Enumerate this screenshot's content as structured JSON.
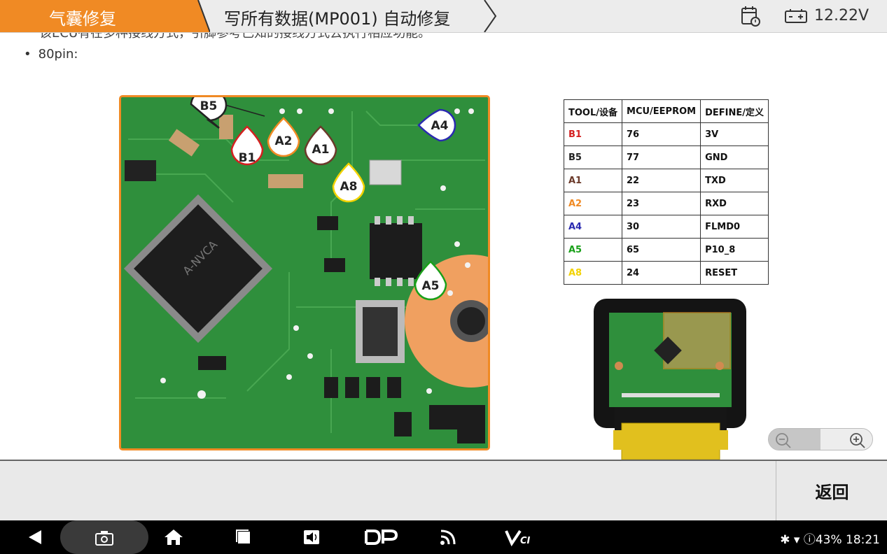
{
  "header": {
    "active_tab": "气囊修复",
    "breadcrumb": "写所有数据(MP001) 自动修复",
    "voltage": "12.22V"
  },
  "content": {
    "cut_text": "该ECU有在多种接线方式，引脚参考已知的接线方式去执行相应功能。",
    "bullet": "80pin:",
    "pcb_labels": [
      "B5",
      "A2",
      "A1",
      "B1",
      "A8",
      "A4",
      "A5"
    ],
    "pcb_chip_text": "A-NVCA",
    "table": {
      "headers": [
        "TOOL/设备",
        "MCU/EEPROM",
        "DEFINE/定义"
      ],
      "rows": [
        {
          "tool": "B1",
          "mcu": "76",
          "define": "3V",
          "color": "#d42020"
        },
        {
          "tool": "B5",
          "mcu": "77",
          "define": "GND",
          "color": "#222222"
        },
        {
          "tool": "A1",
          "mcu": "22",
          "define": "TXD",
          "color": "#6b3a2a"
        },
        {
          "tool": "A2",
          "mcu": "23",
          "define": "RXD",
          "color": "#f08a24"
        },
        {
          "tool": "A4",
          "mcu": "30",
          "define": "FLMD0",
          "color": "#2a2ab0"
        },
        {
          "tool": "A5",
          "mcu": "65",
          "define": "P10_8",
          "color": "#19a019"
        },
        {
          "tool": "A8",
          "mcu": "24",
          "define": "RESET",
          "color": "#f2d200"
        }
      ]
    }
  },
  "footer": {
    "back_label": "返回"
  },
  "navbar": {
    "status": "✱ ▾ ⓘ43% 18:21"
  },
  "colors": {
    "accent": "#f08a24",
    "pcb_green": "#2f8f3c"
  }
}
